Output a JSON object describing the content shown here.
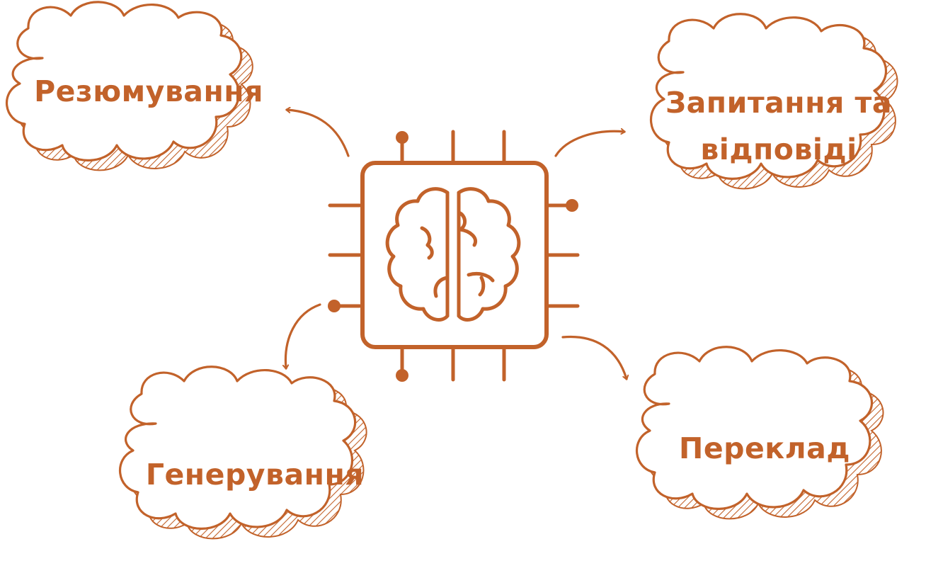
{
  "colors": {
    "accent": "#c2622a",
    "background": "#ffffff"
  },
  "center": {
    "icon": "ai-chip-brain-icon"
  },
  "nodes": {
    "summarization": "Резюмування",
    "qa_line1": "Запитання та",
    "qa_line2": "відповіді",
    "generation": "Генерування",
    "translation": "Переклад"
  }
}
